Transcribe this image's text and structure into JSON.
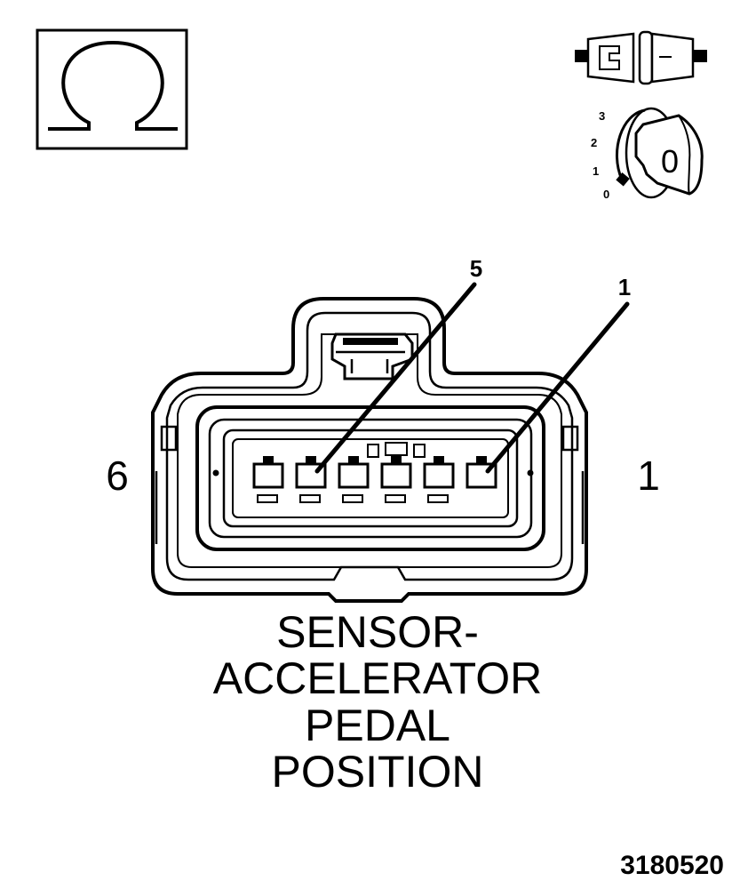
{
  "icons": {
    "ohmmeter": "ohm-symbol-icon",
    "connector": "disconnected-connector-icon",
    "ignition": "ignition-key-icon"
  },
  "ignition": {
    "scale": [
      "3",
      "2",
      "1",
      "0"
    ],
    "position": "0"
  },
  "connector": {
    "left_pin": "6",
    "right_pin": "1",
    "callouts": [
      "5",
      "1"
    ]
  },
  "title": [
    "SENSOR-",
    "ACCELERATOR",
    "PEDAL",
    "POSITION"
  ],
  "figure_id": "3180520"
}
